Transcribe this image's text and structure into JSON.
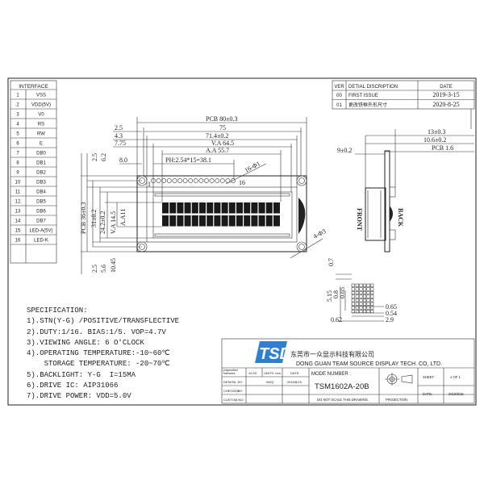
{
  "interface": {
    "title": "INTERFACE",
    "pins": [
      {
        "no": "1",
        "name": "VSS"
      },
      {
        "no": "2",
        "name": "VDD(5V)"
      },
      {
        "no": "3",
        "name": "V0"
      },
      {
        "no": "4",
        "name": "RS"
      },
      {
        "no": "5",
        "name": "RW"
      },
      {
        "no": "6",
        "name": "E"
      },
      {
        "no": "7",
        "name": "DB0"
      },
      {
        "no": "8",
        "name": "DB1"
      },
      {
        "no": "9",
        "name": "DB2"
      },
      {
        "no": "10",
        "name": "DB3"
      },
      {
        "no": "11",
        "name": "DB4"
      },
      {
        "no": "12",
        "name": "DB5"
      },
      {
        "no": "13",
        "name": "DB6"
      },
      {
        "no": "14",
        "name": "DB7"
      },
      {
        "no": "15",
        "name": "LED-A(5V)"
      },
      {
        "no": "16",
        "name": "LED-K"
      }
    ]
  },
  "revisions": {
    "headers": [
      "VER",
      "DETIAL DISCRIPTION",
      "DATE"
    ],
    "rows": [
      {
        "ver": "00",
        "desc": "FIRST ISSUE",
        "date": "2019-3-15"
      },
      {
        "ver": "01",
        "desc": "更改铁框外形尺寸",
        "date": "2020-8-25"
      }
    ]
  },
  "drawing": {
    "dims": {
      "pcb_w": "PCB 80±0.3",
      "w75": "75",
      "w714": "71.4±0.2",
      "va_w": "V.A 64.5",
      "aa_w": "A.A 55.7",
      "pitch": "PH:2.54*15=38.1",
      "d25": "2.5",
      "d43": "4.3",
      "d775": "7.75",
      "d80": "8.0",
      "pins": "16-Φ1",
      "pin1": "1",
      "pin16": "16",
      "holes": "4-Φ3",
      "top25": "2.5",
      "top62": "6.2",
      "pcb_h": "PCB 36±0.3",
      "h31": "31±0.2",
      "h242": "24.2±0.2",
      "va_h": "V.A 14.5",
      "aa_h": "A.A11",
      "b25": "2.5",
      "b56": "5.6",
      "b1045": "10.45",
      "s13": "13±0.3",
      "s106": "10.6±0.2",
      "spcb": "PCB 1.6",
      "s9": "9±0.2",
      "front": "FRONT",
      "back": "BACK",
      "c07": "0.7",
      "c515": "5.15",
      "c08": "0.8",
      "c065a": "0.65",
      "c065": "0.65",
      "c054": "0.54",
      "c29": "2.9",
      "c062": "0.62"
    }
  },
  "specification": {
    "title": "SPECIFICATION:",
    "lines": [
      "1).STN(Y-G) /POSITIVE/TRANSFLECTIVE",
      "2).DUTY:1/16. BIAS:1/5. VOP=4.7V",
      "3).VIEWING ANGLE: 6 O'CLOCK",
      "4).OPERATING TEMPERATURE:-10~60℃",
      "    STORAGE TEMPERATURE: -20~70℃",
      "5).BACKLIGHT: Y-G  I=15MA",
      "6).DRIVE IC: AIP31066",
      "7).DRIVE POWER: VDD=5.0V"
    ]
  },
  "title_block": {
    "logo": "TSD",
    "company_cn": "东莞市一众显示科技有限公司",
    "company_en": "DONG GUAN TEAM SOURCE DISPLAY TECH. CO, LTD.",
    "tolerance_label": "Unspecified Tolerance",
    "tolerance": "±0.20",
    "units": "UNITS: mm",
    "date_label": "DATE:",
    "design": "DESIGN",
    "by": "BY:",
    "designer": "WZQ",
    "design_date": "2019/8/15",
    "checked": "CHECKED",
    "custom_no": "CUSTOM NO:",
    "model_label": "MODE NUMBER :",
    "model": "TSM1602A-20B",
    "no_scale": "DO NOT SCALE THIS DRAWING.",
    "projection": "PROJECTION",
    "sheet_label": "SHEET:",
    "sheet": "1 OF 1",
    "date2_label": "DATE:",
    "date2": "2019/8/15"
  },
  "colors": {
    "logo": "#2f7fd0",
    "line": "#222222"
  }
}
